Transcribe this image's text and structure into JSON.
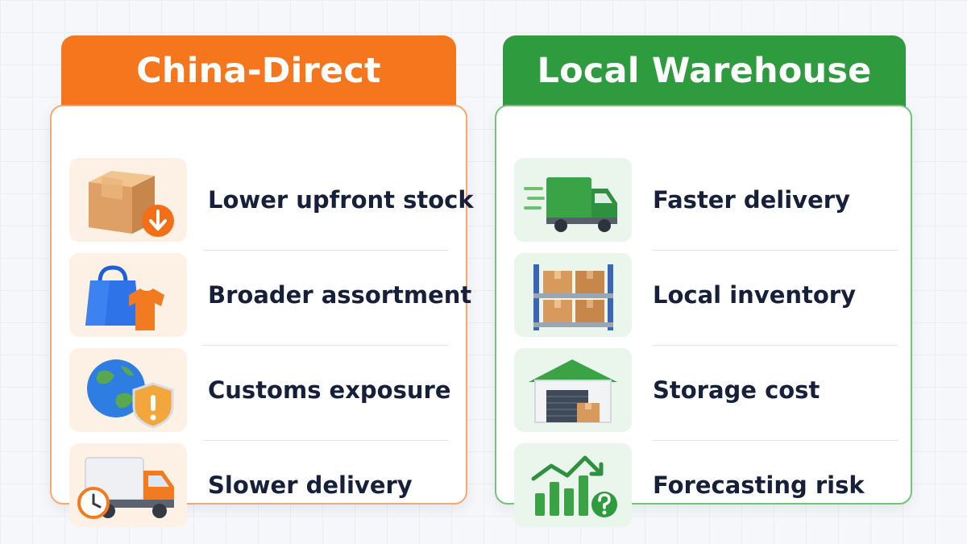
{
  "panels": [
    {
      "id": "china-direct",
      "title": "China-Direct",
      "accent": "#f5761c",
      "items": [
        {
          "label": "Lower upfront stock",
          "icon": "box-download-icon"
        },
        {
          "label": "Broader assortment",
          "icon": "shopping-bag-shirt-icon"
        },
        {
          "label": "Customs exposure",
          "icon": "globe-warning-shield-icon"
        },
        {
          "label": "Slower delivery",
          "icon": "truck-clock-icon"
        }
      ]
    },
    {
      "id": "local-warehouse",
      "title": "Local Warehouse",
      "accent": "#2f9b3f",
      "items": [
        {
          "label": "Faster delivery",
          "icon": "fast-truck-icon"
        },
        {
          "label": "Local inventory",
          "icon": "warehouse-shelf-icon"
        },
        {
          "label": "Storage cost",
          "icon": "warehouse-building-icon"
        },
        {
          "label": "Forecasting risk",
          "icon": "chart-question-icon"
        }
      ]
    }
  ]
}
